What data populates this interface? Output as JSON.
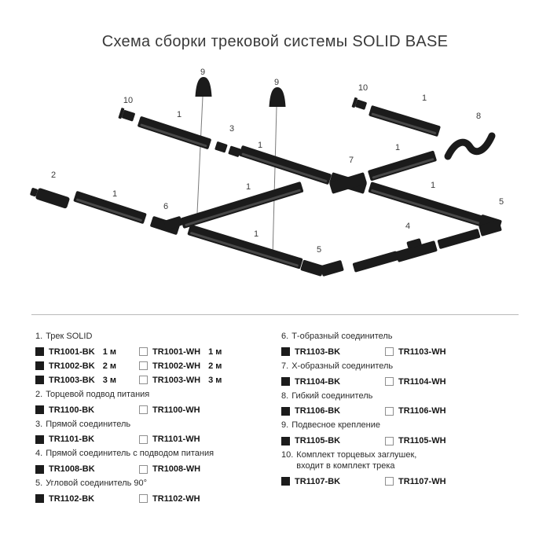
{
  "title": "Схема сборки трековой системы SOLID BASE",
  "colors": {
    "track": "#1b1b1b",
    "text": "#3a3a3a",
    "swatch_border": "#8f8f8f",
    "background": "#ffffff"
  },
  "diagram": {
    "callouts": [
      {
        "label": "9"
      },
      {
        "label": "9"
      },
      {
        "label": "10"
      },
      {
        "label": "1"
      },
      {
        "label": "3"
      },
      {
        "label": "1"
      },
      {
        "label": "7"
      },
      {
        "label": "10"
      },
      {
        "label": "1"
      },
      {
        "label": "8"
      },
      {
        "label": "1"
      },
      {
        "label": "2"
      },
      {
        "label": "1"
      },
      {
        "label": "6"
      },
      {
        "label": "1"
      },
      {
        "label": "1"
      },
      {
        "label": "5"
      },
      {
        "label": "4"
      },
      {
        "label": "1"
      },
      {
        "label": "5"
      }
    ]
  },
  "legend": {
    "left": [
      {
        "num": "1.",
        "title": "Трек SOLID",
        "rows": [
          {
            "bk_code": "TR1001-BK",
            "bk_note": "1 м",
            "wh_code": "TR1001-WH",
            "wh_note": "1 м"
          },
          {
            "bk_code": "TR1002-BK",
            "bk_note": "2 м",
            "wh_code": "TR1002-WH",
            "wh_note": "2 м"
          },
          {
            "bk_code": "TR1003-BK",
            "bk_note": "3 м",
            "wh_code": "TR1003-WH",
            "wh_note": "3 м"
          }
        ]
      },
      {
        "num": "2.",
        "title": "Торцевой подвод питания",
        "rows": [
          {
            "bk_code": "TR1100-BK",
            "wh_code": "TR1100-WH"
          }
        ]
      },
      {
        "num": "3.",
        "title": "Прямой соединитель",
        "rows": [
          {
            "bk_code": "TR1101-BK",
            "wh_code": "TR1101-WH"
          }
        ]
      },
      {
        "num": "4.",
        "title": "Прямой соединитель с подводом питания",
        "rows": [
          {
            "bk_code": "TR1008-BK",
            "wh_code": "TR1008-WH"
          }
        ]
      },
      {
        "num": "5.",
        "title": "Угловой соединитель 90°",
        "rows": [
          {
            "bk_code": "TR1102-BK",
            "wh_code": "TR1102-WH"
          }
        ]
      }
    ],
    "right": [
      {
        "num": "6.",
        "title": "Т-образный соединитель",
        "rows": [
          {
            "bk_code": "TR1103-BK",
            "wh_code": "TR1103-WH"
          }
        ]
      },
      {
        "num": "7.",
        "title": "Х-образный соединитель",
        "rows": [
          {
            "bk_code": "TR1104-BK",
            "wh_code": "TR1104-WH"
          }
        ]
      },
      {
        "num": "8.",
        "title": "Гибкий соединитель",
        "rows": [
          {
            "bk_code": "TR1106-BK",
            "wh_code": "TR1106-WH"
          }
        ]
      },
      {
        "num": "9.",
        "title": "Подвесное крепление",
        "rows": [
          {
            "bk_code": "TR1105-BK",
            "wh_code": "TR1105-WH"
          }
        ]
      },
      {
        "num": "10.",
        "title": "Комплект торцевых заглушек, входит в комплект трека",
        "rows": [
          {
            "bk_code": "TR1107-BK",
            "wh_code": "TR1107-WH"
          }
        ]
      }
    ]
  }
}
